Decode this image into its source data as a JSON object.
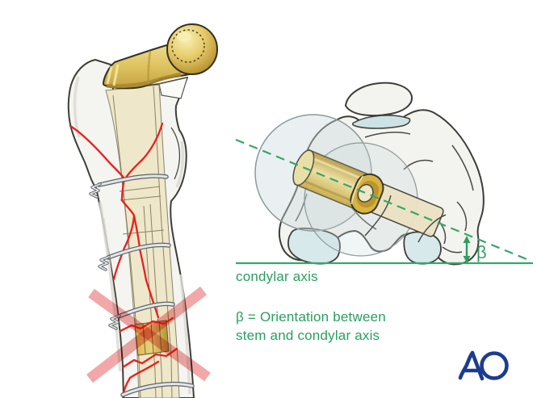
{
  "figure": {
    "labels": {
      "condylar_axis": "condylar axis",
      "beta_symbol": "β",
      "beta_line1": "β = Orientation between",
      "beta_line2": "stem and condylar axis"
    },
    "logo": {
      "text": "AO"
    },
    "colors": {
      "annotation_green": "#27a05e",
      "axis_line_green": "#36a66b",
      "fracture_red": "#e8201e",
      "prohibition_pink": "#f2a8a8",
      "implant_gold": "#e2c363",
      "bone_white": "#f4f4f1",
      "cartilage_teal": "#d7e9ea",
      "logo_blue": "#1c3c90"
    }
  }
}
